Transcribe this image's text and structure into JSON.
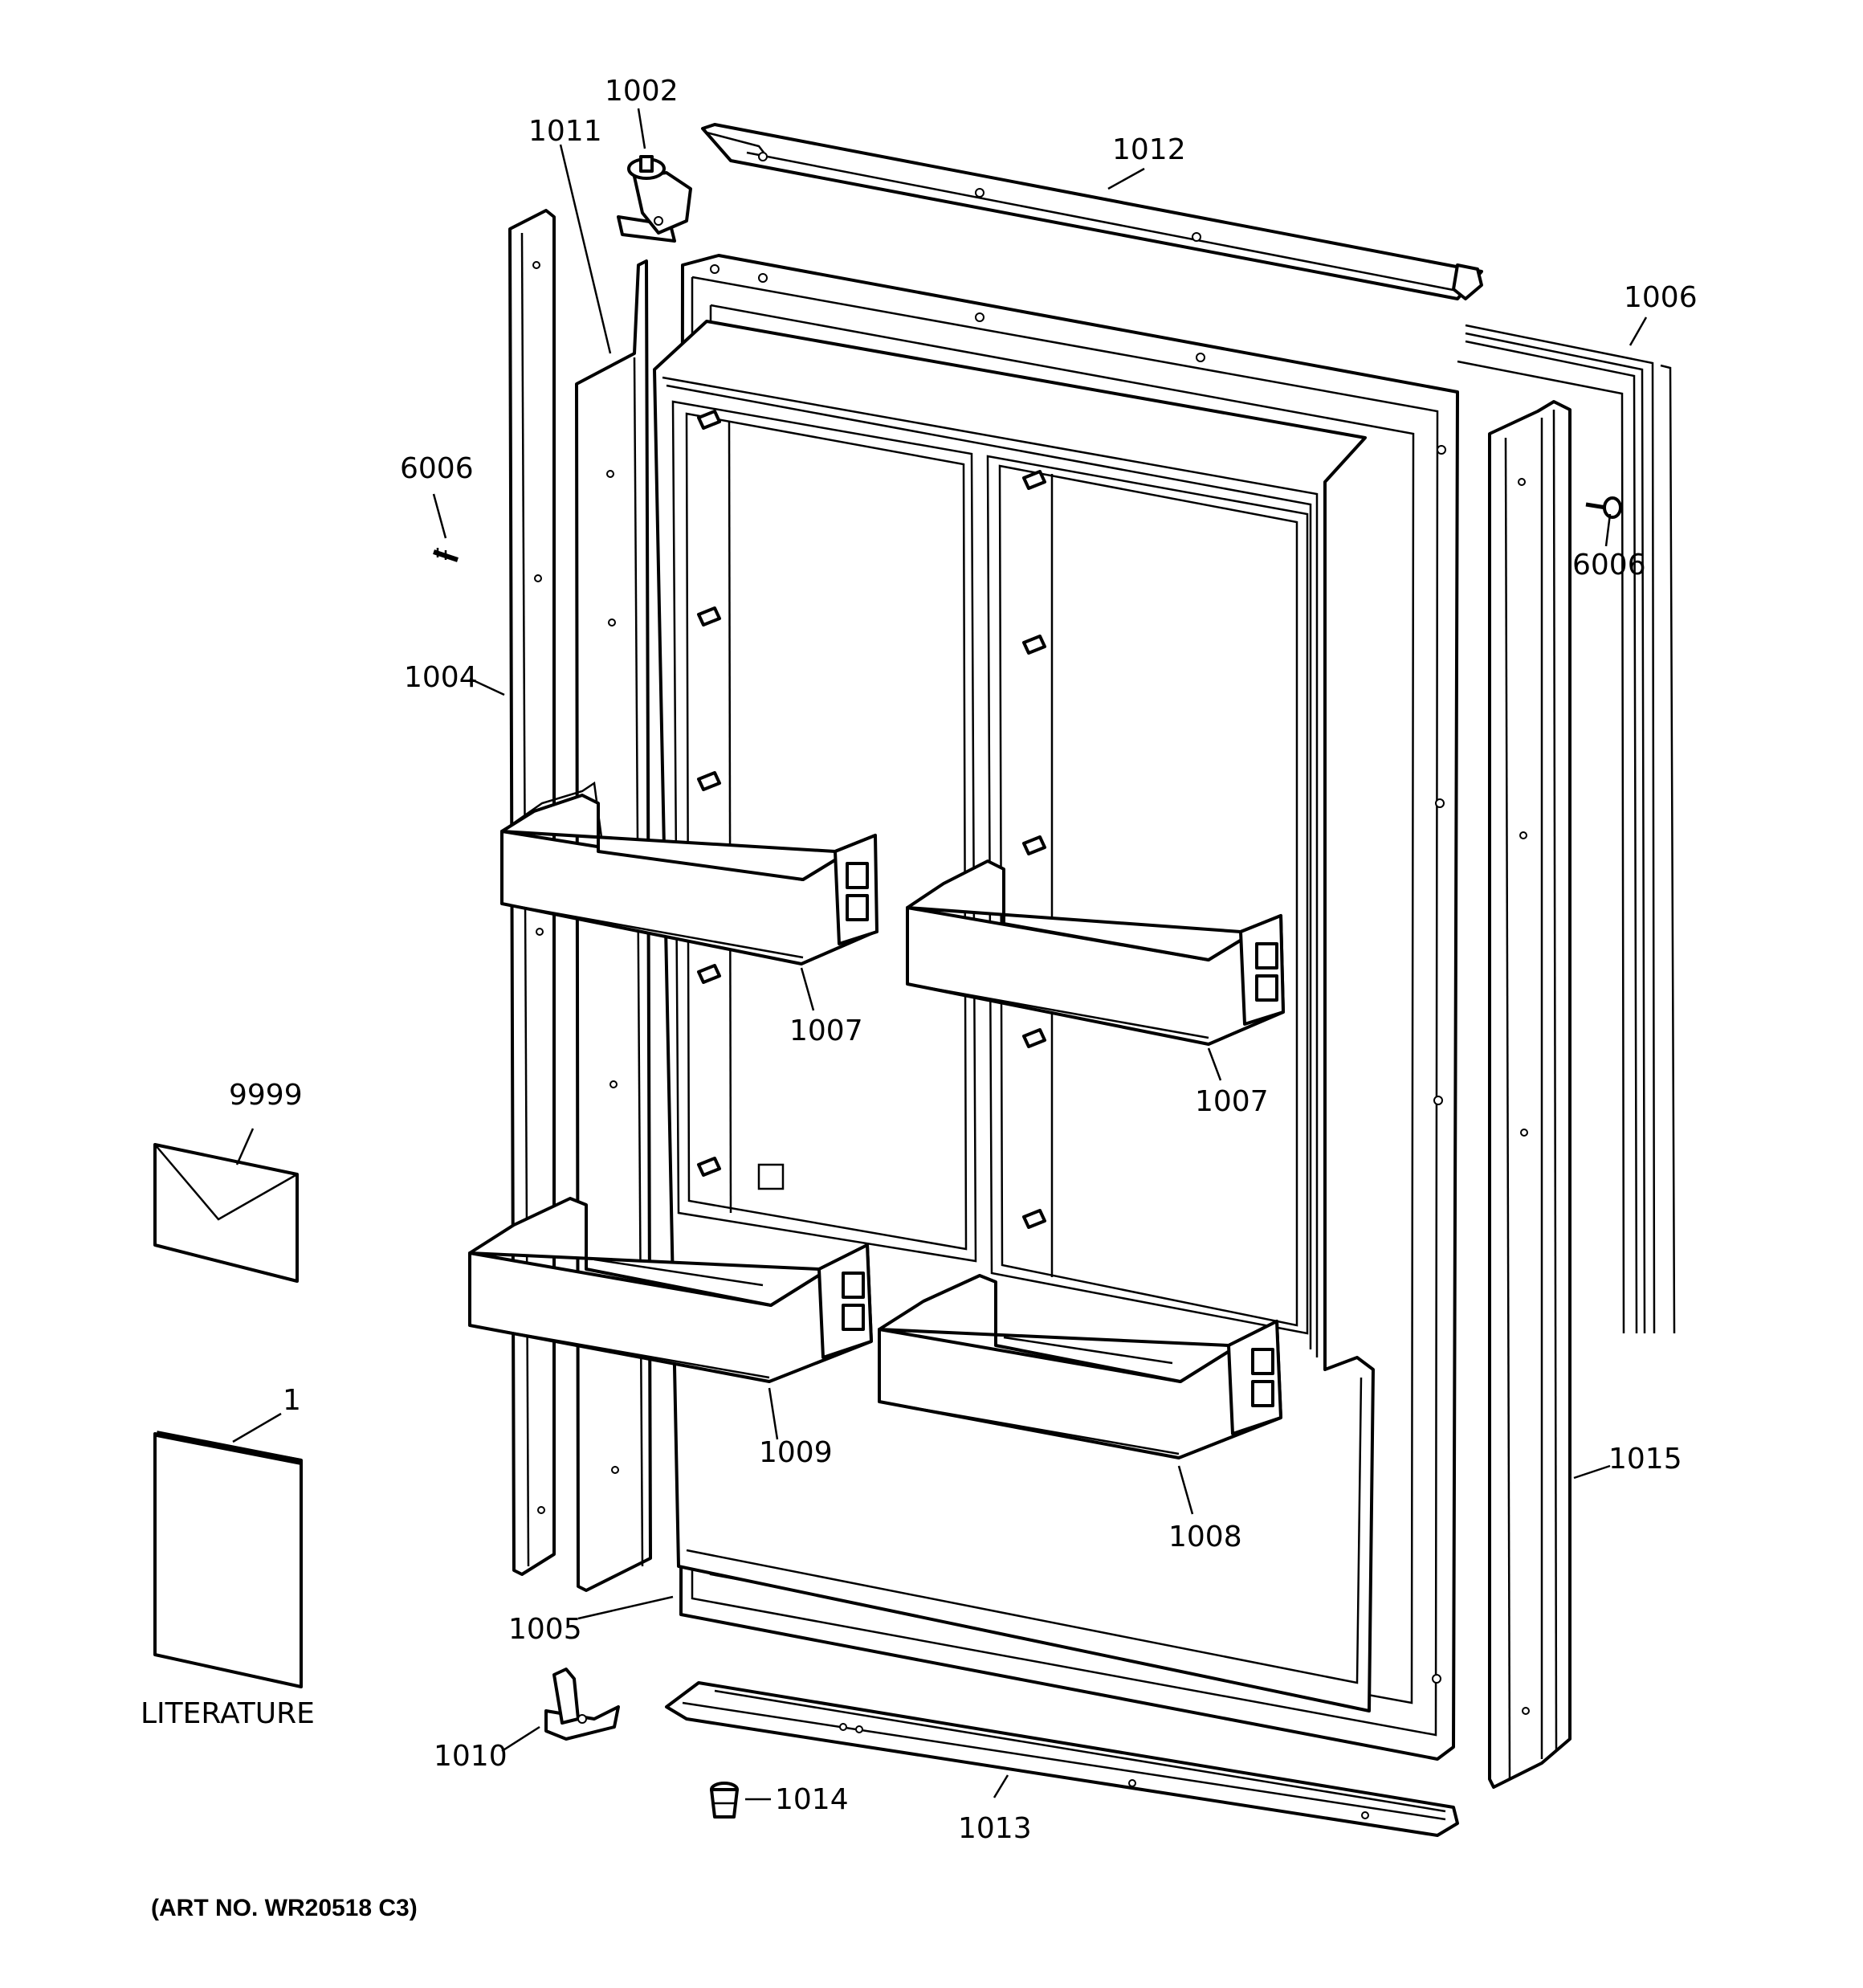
{
  "callouts": {
    "c1002": "1002",
    "c1011": "1011",
    "c1012": "1012",
    "c1006": "1006",
    "c6006_left": "6006",
    "c6006_right": "6006",
    "c1004": "1004",
    "c1007_left": "1007",
    "c1007_right": "1007",
    "c9999": "9999",
    "c1": "1",
    "c1009": "1009",
    "c1008": "1008",
    "c1015": "1015",
    "c1005": "1005",
    "c1010": "1010",
    "c1014": "1014",
    "c1013": "1013"
  },
  "literature_label": "LITERATURE",
  "art_number": "(ART NO. WR20518 C3)",
  "icons": {
    "envelope": "envelope-icon",
    "literature": "literature-booklet-icon"
  }
}
